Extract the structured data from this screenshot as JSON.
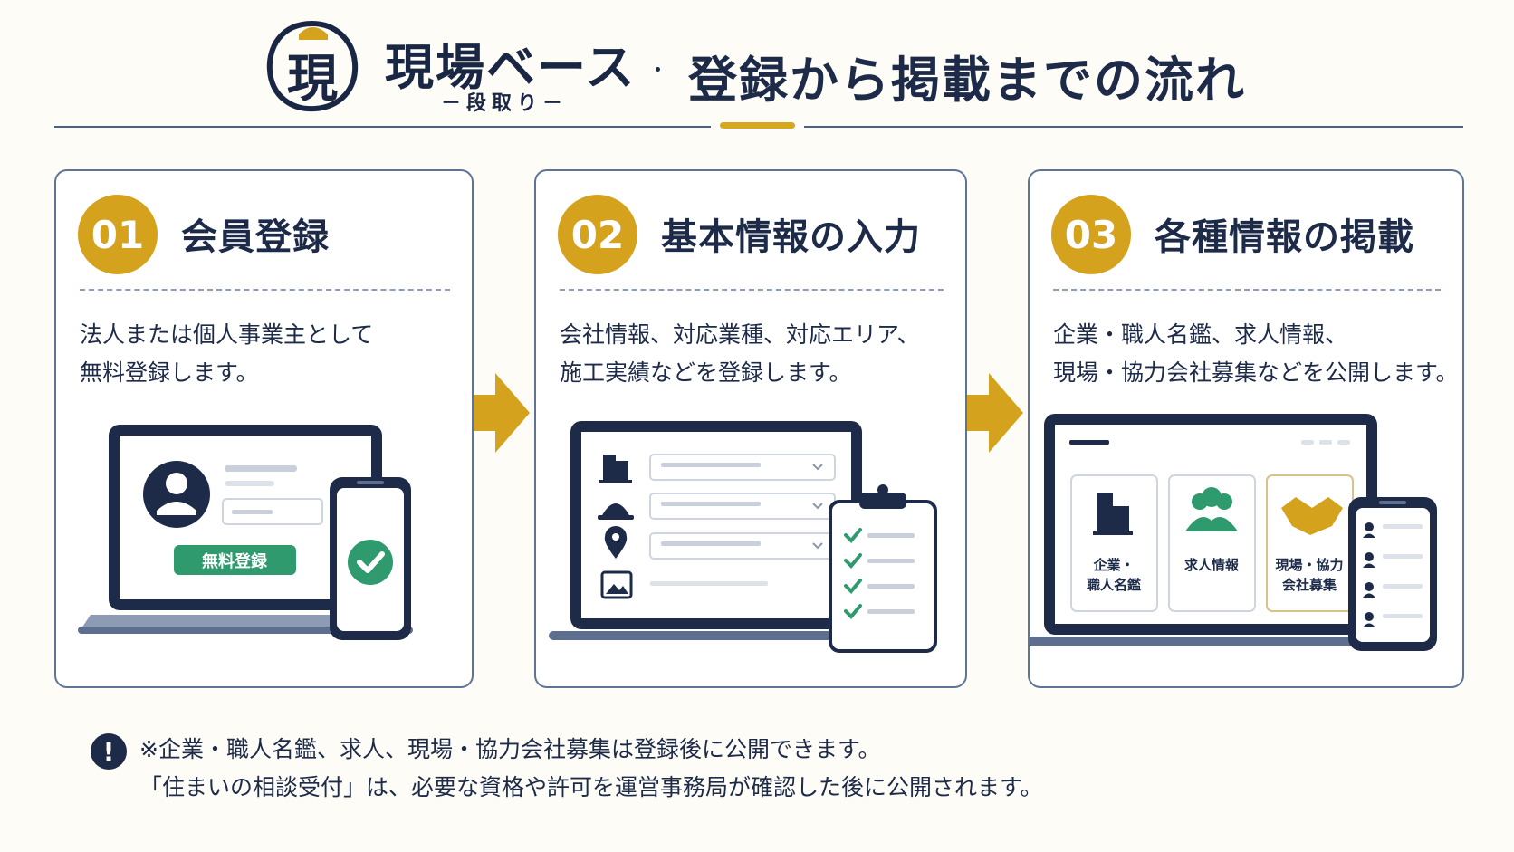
{
  "header": {
    "logo_mark_char": "現",
    "logo_name": "現場ベース",
    "logo_sub": "－段取り－",
    "title": "登録から掲載までの流れ"
  },
  "steps": [
    {
      "number": "01",
      "title": "会員登録",
      "desc_lines": [
        "法人または個人事業主として",
        "無料登録します。"
      ],
      "illus": {
        "register_button": "無料登録"
      }
    },
    {
      "number": "02",
      "title": "基本情報の入力",
      "desc_lines": [
        "会社情報、対応業種、対応エリア、",
        "施工実績などを登録します。"
      ]
    },
    {
      "number": "03",
      "title": "各種情報の掲載",
      "desc_lines": [
        "企業・職人名鑑、求人情報、",
        "現場・協力会社募集などを公開します。"
      ],
      "illus": {
        "tile1": [
          "企業・",
          "職人名鑑"
        ],
        "tile2": "求人情報",
        "tile3": [
          "現場・協力",
          "会社募集"
        ]
      }
    }
  ],
  "note": {
    "line1": "※企業・職人名鑑、求人、現場・協力会社募集は登録後に公開できます。",
    "line2": "「住まいの相談受付」は、必要な資格や許可を運営事務局が確認した後に公開されます。"
  },
  "colors": {
    "navy": "#1d2b49",
    "gold": "#d5a21d",
    "green": "#2f9a6e",
    "card_border": "#5e7398"
  }
}
